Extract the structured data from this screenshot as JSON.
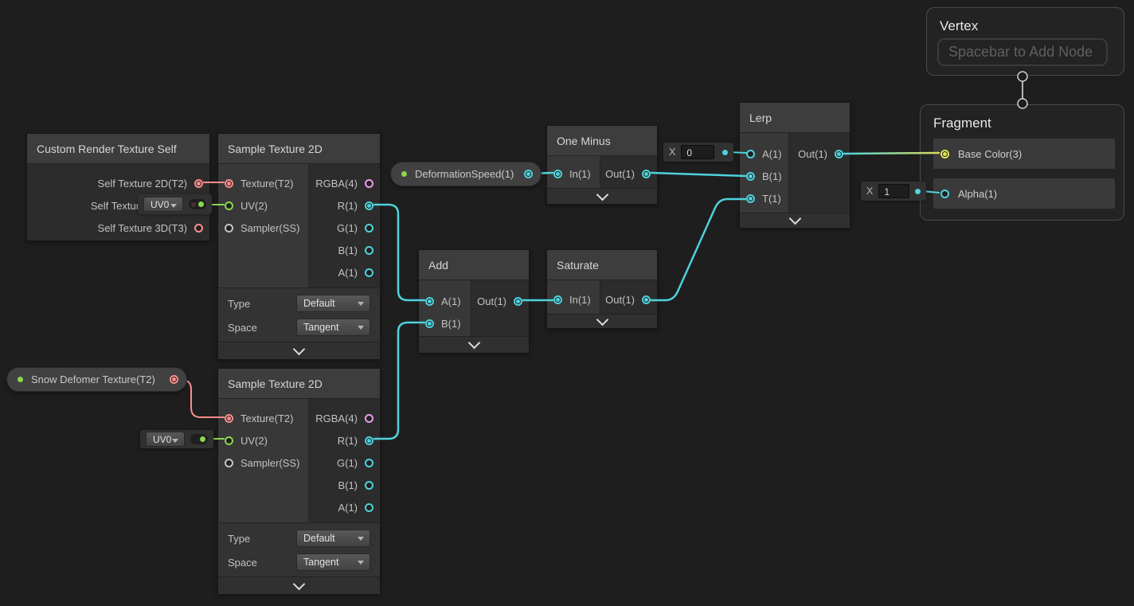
{
  "nodes": {
    "custom_render_texture_self": {
      "title": "Custom Render Texture Self",
      "outputs": [
        "Self Texture 2D(T2)",
        "Self Texture Cube(C)",
        "Self Texture 3D(T3)"
      ]
    },
    "sample_texture_2d_top": {
      "title": "Sample Texture 2D",
      "inputs": [
        "Texture(T2)",
        "UV(2)",
        "Sampler(SS)"
      ],
      "outputs": [
        "RGBA(4)",
        "R(1)",
        "G(1)",
        "B(1)",
        "A(1)"
      ],
      "type_label": "Type",
      "type_value": "Default",
      "space_label": "Space",
      "space_value": "Tangent"
    },
    "sample_texture_2d_bottom": {
      "title": "Sample Texture 2D",
      "inputs": [
        "Texture(T2)",
        "UV(2)",
        "Sampler(SS)"
      ],
      "outputs": [
        "RGBA(4)",
        "R(1)",
        "G(1)",
        "B(1)",
        "A(1)"
      ],
      "type_label": "Type",
      "type_value": "Default",
      "space_label": "Space",
      "space_value": "Tangent"
    },
    "one_minus": {
      "title": "One Minus",
      "input": "In(1)",
      "output": "Out(1)"
    },
    "add": {
      "title": "Add",
      "input_a": "A(1)",
      "input_b": "B(1)",
      "output": "Out(1)"
    },
    "saturate": {
      "title": "Saturate",
      "input": "In(1)",
      "output": "Out(1)"
    },
    "lerp": {
      "title": "Lerp",
      "input_a": "A(1)",
      "input_b": "B(1)",
      "input_t": "T(1)",
      "output": "Out(1)"
    },
    "vertex": {
      "title": "Vertex",
      "hint": "Spacebar to Add Node"
    },
    "fragment": {
      "title": "Fragment",
      "base_color": "Base Color(3)",
      "alpha": "Alpha(1)"
    }
  },
  "properties": {
    "deformation_speed": "DeformationSpeed(1)",
    "snow_deformer": "Snow Defomer Texture(T2)"
  },
  "inline_fields": {
    "lerp_a": {
      "label": "X",
      "value": "0"
    },
    "fragment_alpha": {
      "label": "X",
      "value": "1"
    },
    "uv_channel_top": "UV0",
    "uv_channel_bottom": "UV0"
  },
  "colors": {
    "wire_float": "#4fd2dc",
    "wire_texture": "#fb8d8d",
    "wire_uv": "#8bd64f",
    "wire_base_color_gradient_end": "#d9da5c",
    "port_vector4": "#ee9bee",
    "port_color3": "#e3e457",
    "port_sampler": "#c4c4c4",
    "property_dot_green": "#8cd34f"
  }
}
